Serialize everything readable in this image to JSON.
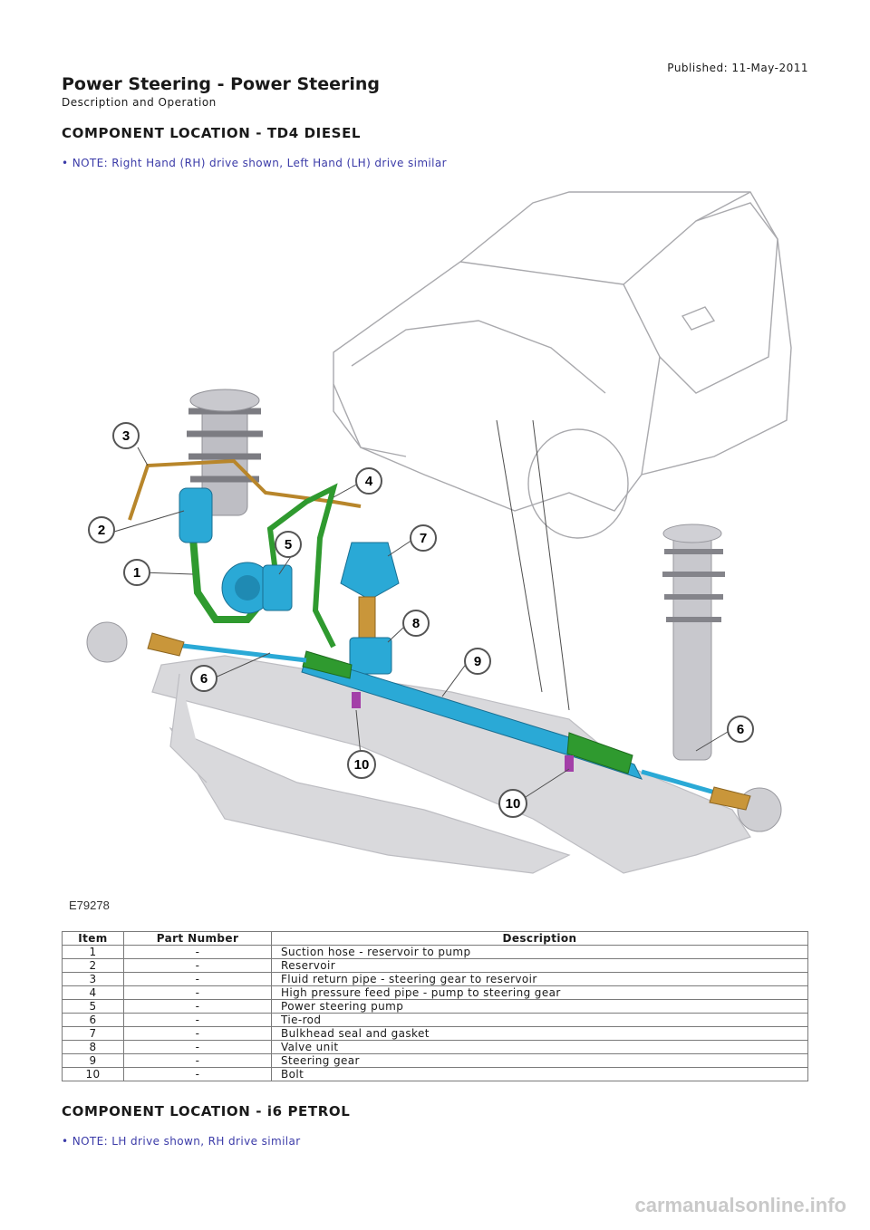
{
  "header": {
    "published": "Published: 11-May-2011",
    "title": "Power Steering - Power Steering",
    "subtitle": "Description and Operation"
  },
  "sections": [
    {
      "heading": "COMPONENT LOCATION - TD4 DIESEL",
      "note": "• NOTE: Right Hand (RH) drive shown, Left Hand (LH) drive similar"
    },
    {
      "heading": "COMPONENT LOCATION - i6 PETROL",
      "note": "• NOTE: LH drive shown, RH drive similar"
    }
  ],
  "figure": {
    "code": "E79278",
    "callouts": [
      "1",
      "2",
      "3",
      "4",
      "5",
      "6",
      "6",
      "7",
      "8",
      "9",
      "10",
      "10"
    ],
    "colors": {
      "steering_gear": "#2aa9d6",
      "hose_green": "#2f9a2f",
      "return_pipe": "#b8862b",
      "clip_purple": "#a33fa8",
      "ghost_body": "#c8c8cc"
    }
  },
  "table": {
    "headers": [
      "Item",
      "Part Number",
      "Description"
    ],
    "rows": [
      [
        "1",
        "-",
        "Suction hose - reservoir to pump"
      ],
      [
        "2",
        "-",
        "Reservoir"
      ],
      [
        "3",
        "-",
        "Fluid return pipe - steering gear to reservoir"
      ],
      [
        "4",
        "-",
        "High pressure feed pipe - pump to steering gear"
      ],
      [
        "5",
        "-",
        "Power steering pump"
      ],
      [
        "6",
        "-",
        "Tie-rod"
      ],
      [
        "7",
        "-",
        "Bulkhead seal and gasket"
      ],
      [
        "8",
        "-",
        "Valve unit"
      ],
      [
        "9",
        "-",
        "Steering gear"
      ],
      [
        "10",
        "-",
        "Bolt"
      ]
    ]
  },
  "watermark": "carmanualsonline.info"
}
